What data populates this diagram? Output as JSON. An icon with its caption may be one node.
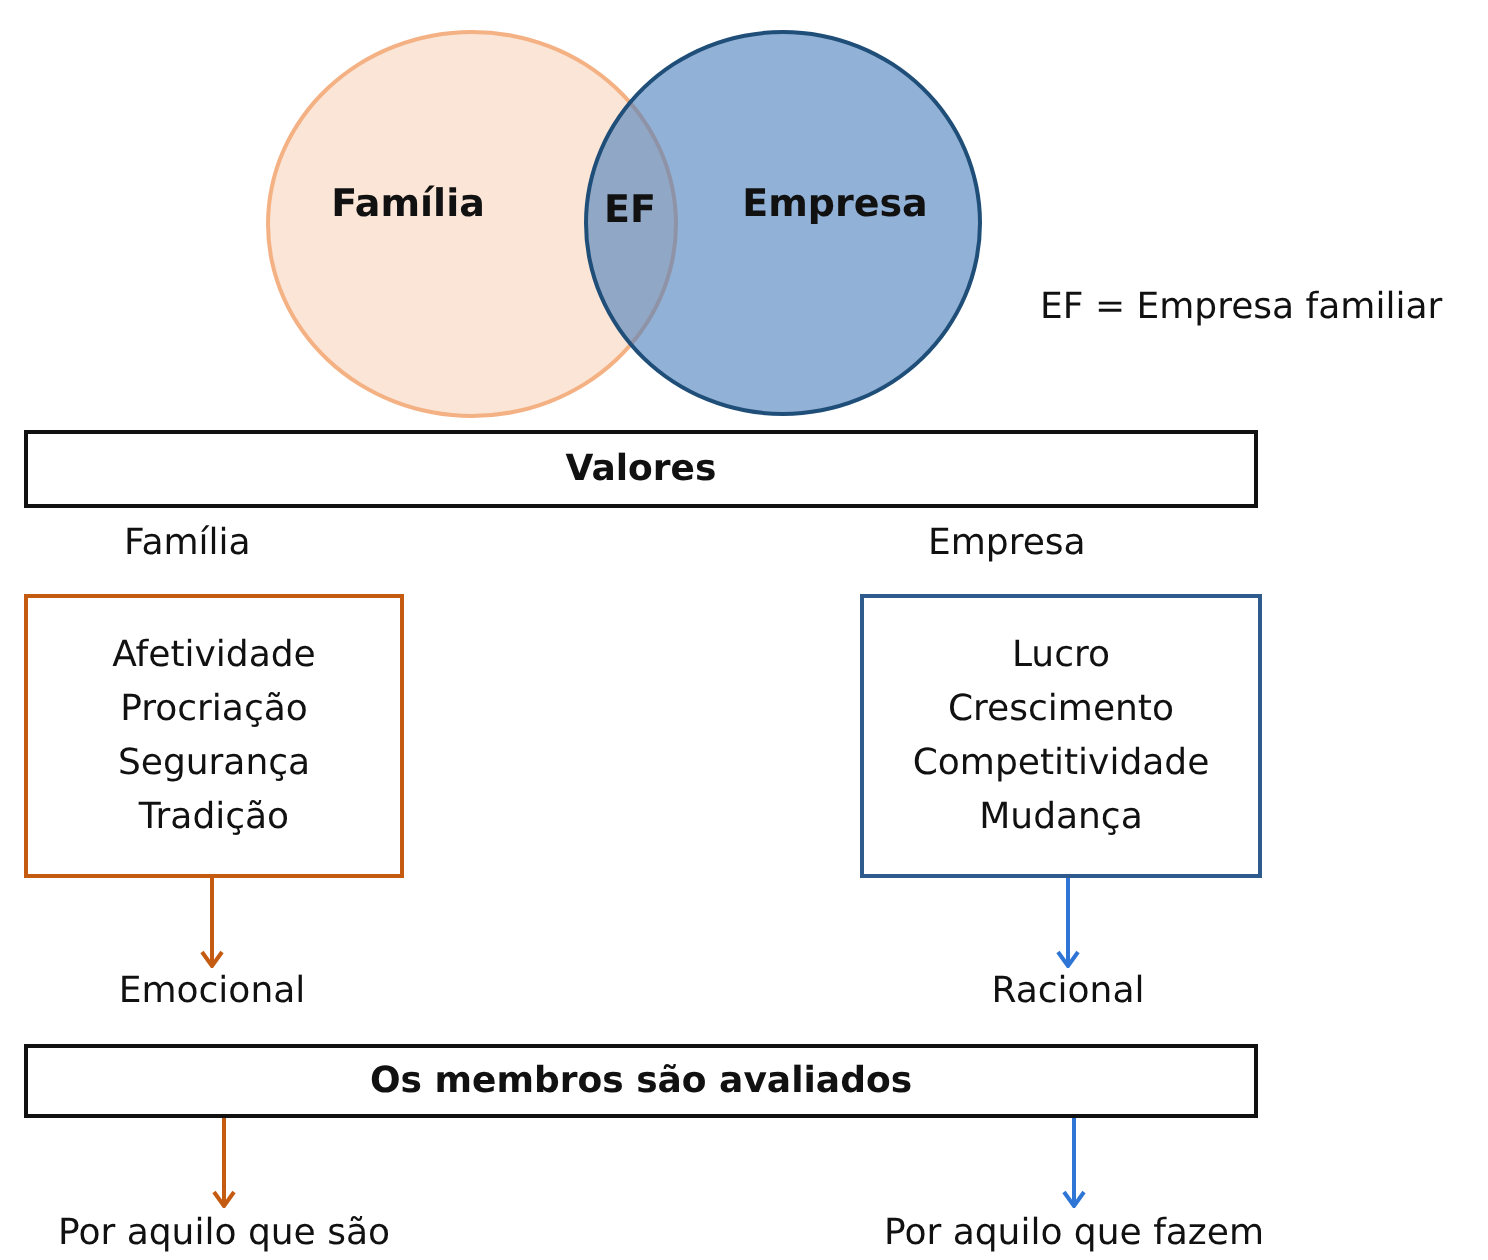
{
  "diagram": {
    "nodes": [
      {
        "text": [
          "Família"
        ]
      },
      {
        "text": [
          "Empresa"
        ]
      },
      {
        "text": [
          "Valores"
        ]
      },
      {
        "text": [
          "Família",
          "Afetividade",
          "Procriação",
          "Segurança",
          "Tradição"
        ]
      },
      {
        "text": [
          "Empresa",
          "Lucro",
          "Crescimento",
          "Competitividade",
          "Mudança"
        ]
      },
      {
        "text": [
          "Emocional"
        ]
      },
      {
        "text": [
          "Racional"
        ]
      },
      {
        "text": [
          "Os membros são avaliados"
        ]
      },
      {
        "text": [
          "Por aquilo que são"
        ]
      },
      {
        "text": [
          "Por aquilo que fazem"
        ]
      }
    ],
    "edges": [
      {
        "from": 3,
        "to": 5,
        "arrow": "to",
        "color": "#c55a11"
      },
      {
        "from": 4,
        "to": 6,
        "arrow": "to",
        "color": "#2e75d6"
      },
      {
        "from": 7,
        "to": 8,
        "arrow": "to",
        "color": "#c55a11"
      },
      {
        "from": 7,
        "to": 9,
        "arrow": "to",
        "color": "#2e75d6"
      }
    ],
    "labels": [
      "EF",
      "EF = Empresa familiar"
    ]
  }
}
